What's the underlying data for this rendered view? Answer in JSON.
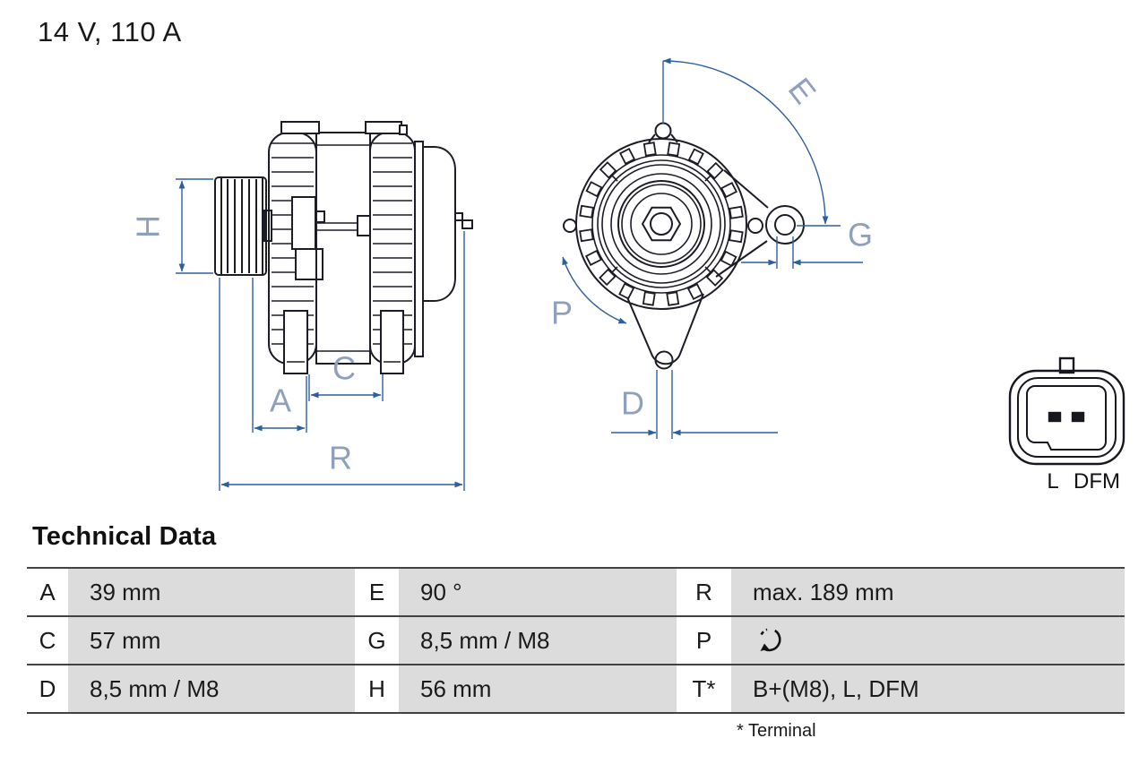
{
  "header": {
    "rating": "14 V, 110 A"
  },
  "diagram": {
    "labels": {
      "h": "H",
      "a": "A",
      "c": "C",
      "r": "R",
      "e": "E",
      "g": "G",
      "p": "P",
      "d": "D"
    },
    "connector": {
      "pins": [
        "L",
        "DFM"
      ]
    }
  },
  "technical_data": {
    "title": "Technical Data",
    "rows": [
      {
        "cells": [
          {
            "key": "A",
            "value": "39 mm"
          },
          {
            "key": "E",
            "value": "90 °"
          },
          {
            "key": "R",
            "value": "max. 189 mm"
          }
        ]
      },
      {
        "cells": [
          {
            "key": "C",
            "value": "57 mm"
          },
          {
            "key": "G",
            "value": "8,5 mm / M8"
          },
          {
            "key": "P",
            "value": "",
            "icon": "rotation-direction"
          }
        ]
      },
      {
        "cells": [
          {
            "key": "D",
            "value": "8,5 mm / M8"
          },
          {
            "key": "H",
            "value": "56 mm"
          },
          {
            "key": "T*",
            "value": "B+(M8), L, DFM"
          }
        ]
      }
    ],
    "footnote": "* Terminal"
  },
  "colors": {
    "drawing_line": "#1c1c26",
    "dimension_blue": "#2d5f9f",
    "dimension_label": "#8fa0bd",
    "cell_grey": "#dcdcdc",
    "rule_grey": "#424242",
    "text": "#1a1a1a"
  }
}
